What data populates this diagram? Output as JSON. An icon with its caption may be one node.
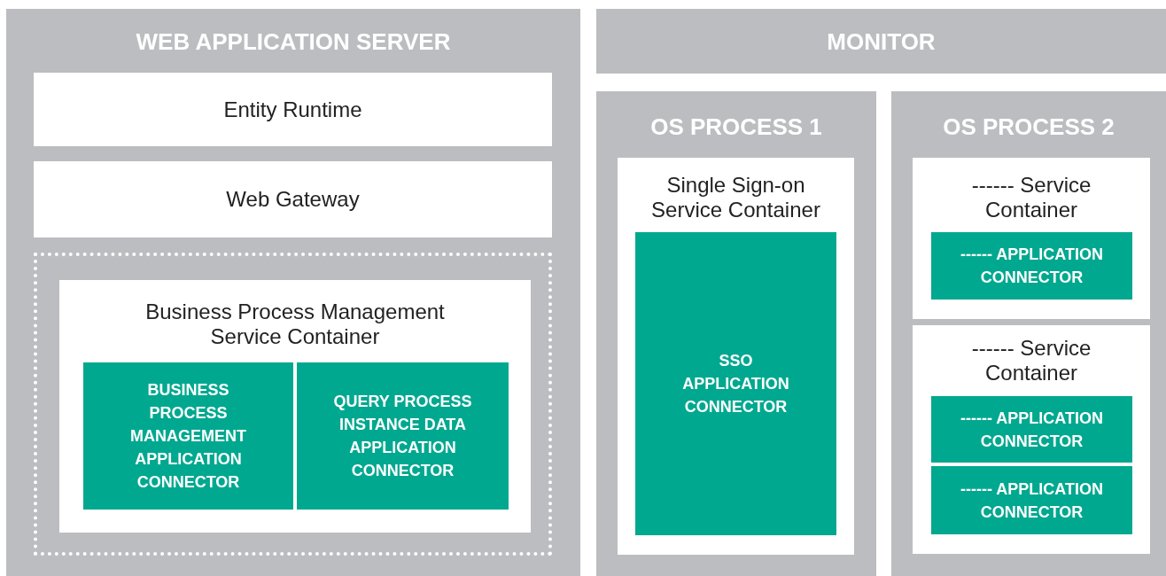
{
  "diagram": {
    "nodes": [
      {
        "text": [
          "WEB APPLICATION SERVER"
        ]
      },
      {
        "text": [
          "Entity Runtime"
        ],
        "in": 0
      },
      {
        "text": [
          "Web Gateway"
        ],
        "in": 0
      },
      {
        "text": [],
        "shape": "box",
        "in": 0
      },
      {
        "text": [
          "Business Process Management Service Container"
        ],
        "in": 3
      },
      {
        "text": [
          "BUSINESS PROCESS MANAGEMENT APPLICATION CONNECTOR"
        ],
        "in": 4
      },
      {
        "text": [
          "QUERY PROCESS INSTANCE DATA APPLICATION CONNECTOR"
        ],
        "in": 4
      },
      {
        "text": [
          "MONITOR"
        ]
      },
      {
        "text": [
          "OS PROCESS 1"
        ]
      },
      {
        "text": [
          "Single Sign-on Service Container"
        ],
        "in": 8
      },
      {
        "text": [
          "SSO APPLICATION CONNECTOR"
        ],
        "in": 9
      },
      {
        "text": [
          "OS PROCESS 2"
        ]
      },
      {
        "text": [
          "------ Service Container"
        ],
        "in": 11
      },
      {
        "text": [
          "------ APPLICATION CONNECTOR"
        ],
        "in": 12
      },
      {
        "text": [
          "------ Service Container"
        ],
        "in": 11
      },
      {
        "text": [
          "------ APPLICATION CONNECTOR"
        ],
        "in": 14
      },
      {
        "text": [
          "------ APPLICATION CONNECTOR"
        ],
        "in": 14
      }
    ]
  }
}
